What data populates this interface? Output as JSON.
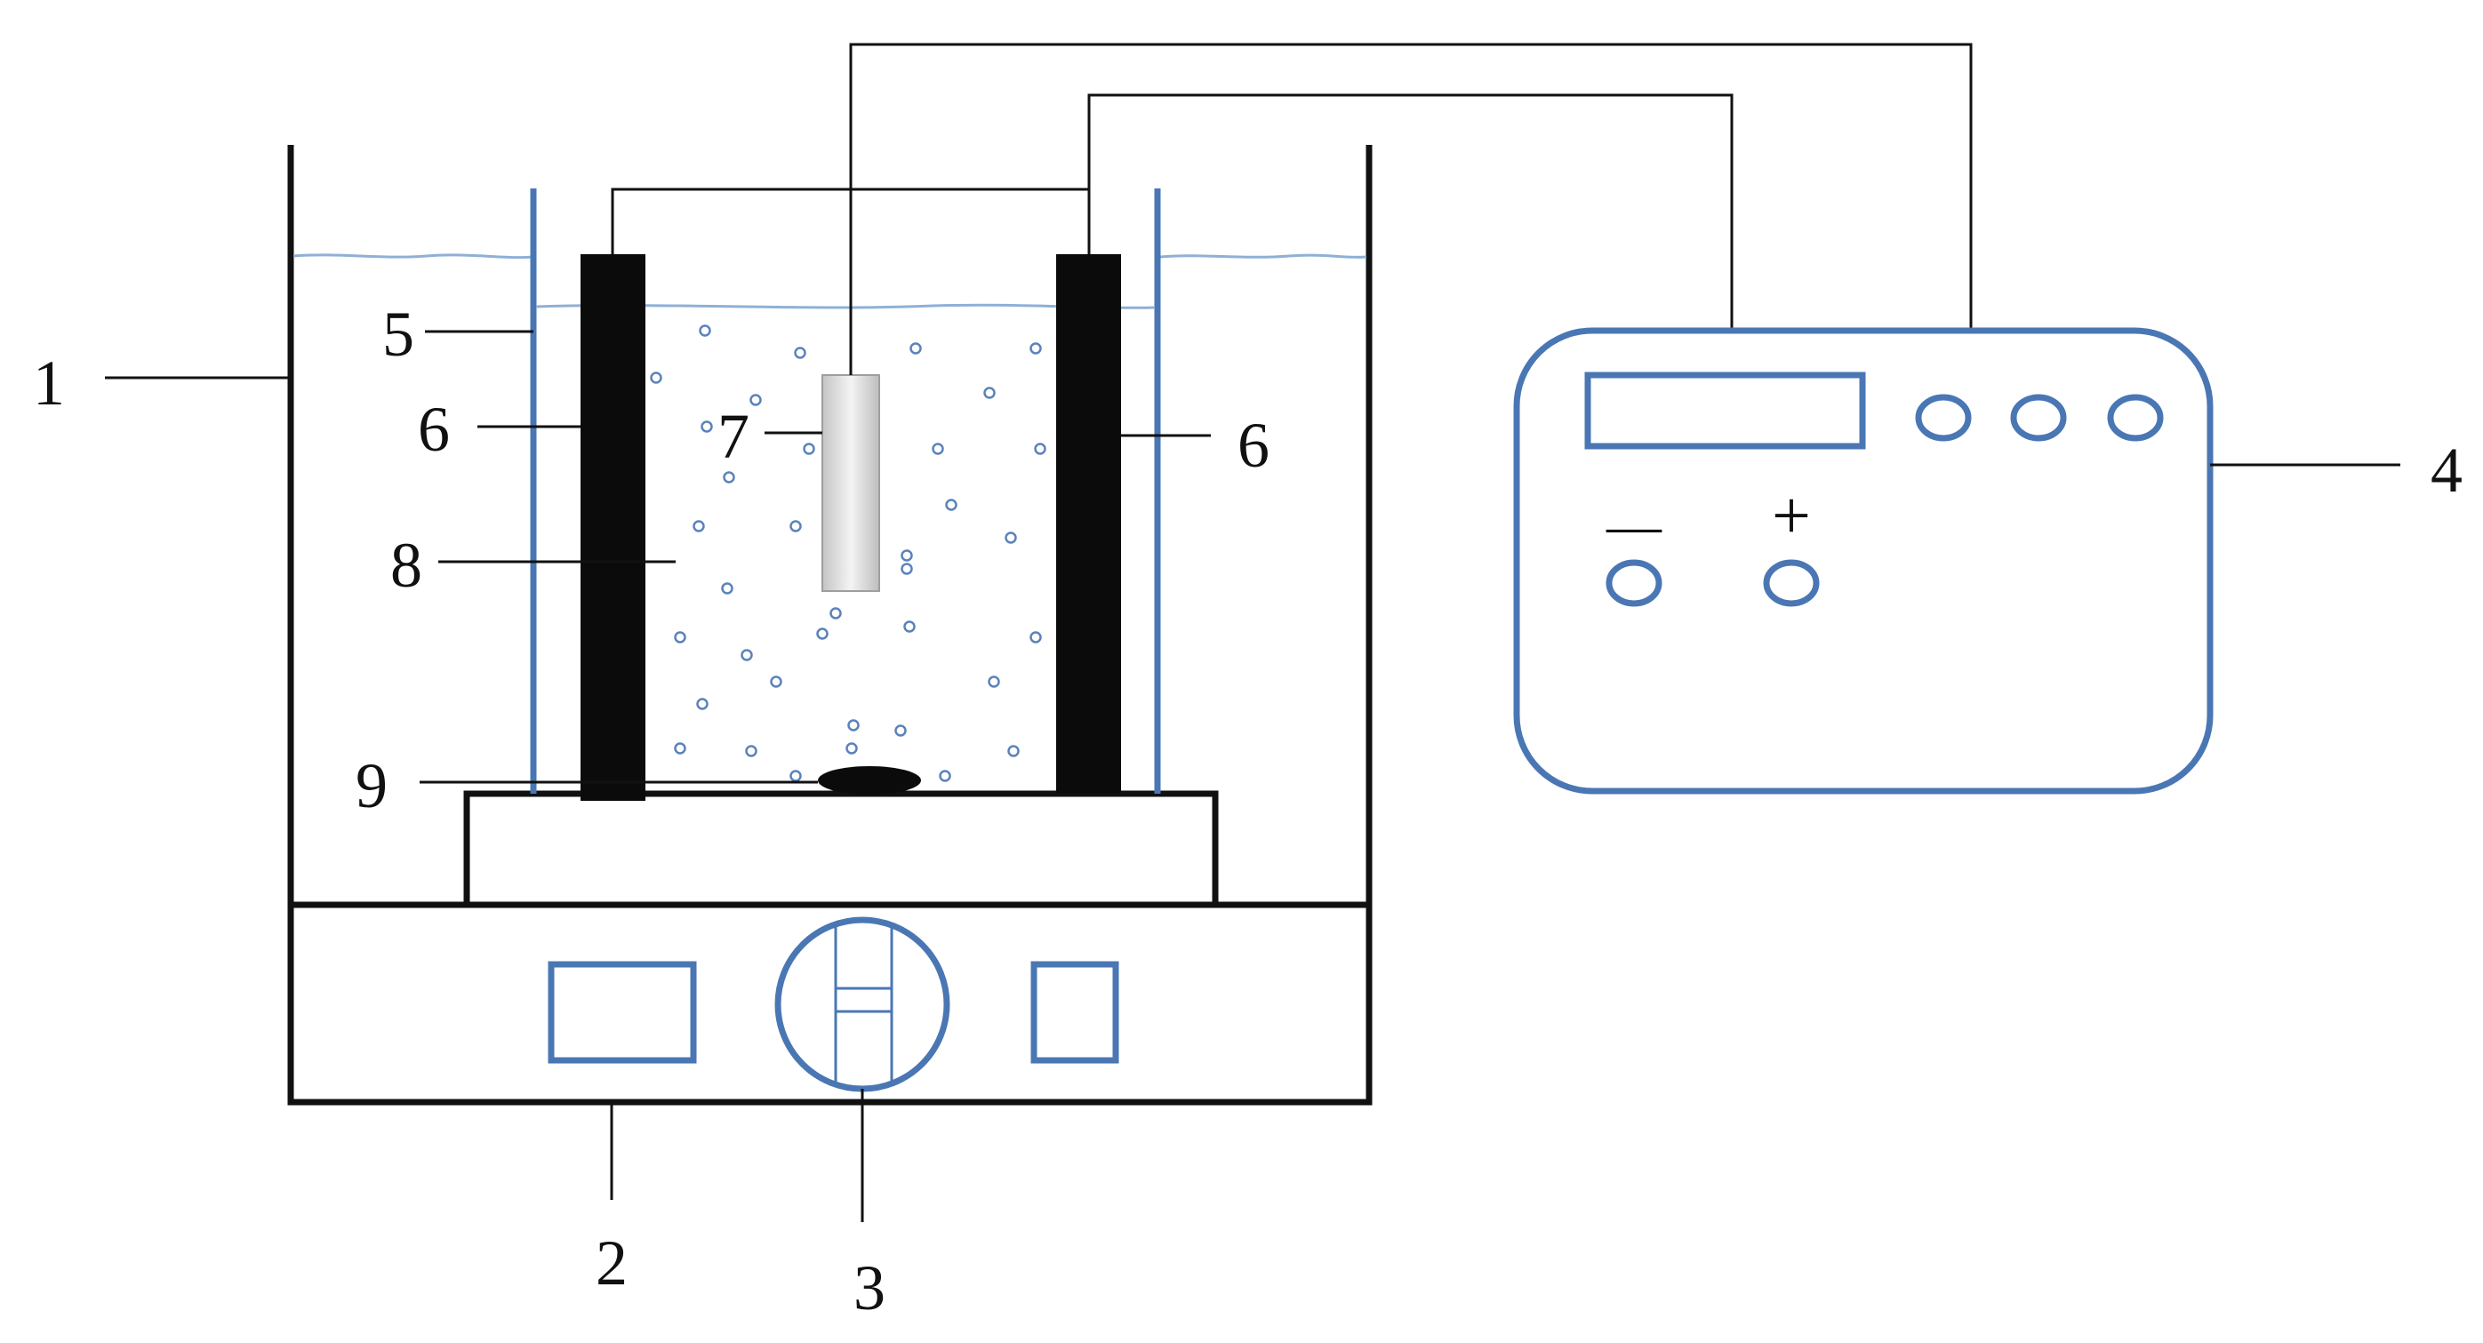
{
  "labels": {
    "l1": "1",
    "l2": "2",
    "l3": "3",
    "l4": "4",
    "l5": "5",
    "l6_left": "6",
    "l6_right": "6",
    "l7": "7",
    "l8": "8",
    "l9": "9"
  },
  "power_supply": {
    "minus_sign": "—",
    "plus_sign": "+"
  },
  "colors": {
    "line": "#111111",
    "blue": "#4a77b4",
    "water": "#8fb0d6",
    "electrode": "#0b0b0b",
    "bubble": "#5b82bb"
  }
}
